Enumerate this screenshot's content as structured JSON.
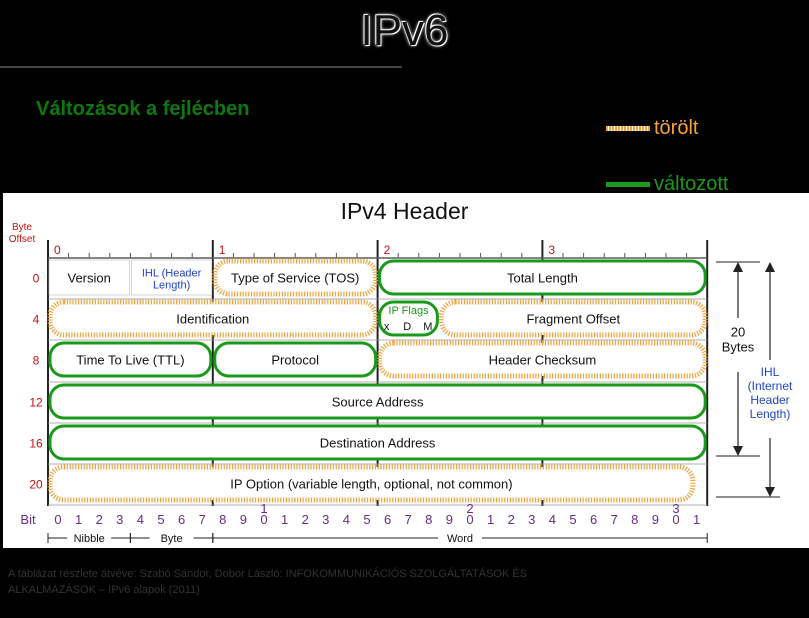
{
  "title": "IPv6",
  "subtitle": "Változások a fejlécben",
  "legend": {
    "deleted": "törölt",
    "changed": "változott",
    "deleted_color": "#f4a23a",
    "changed_color": "#1a9a1a"
  },
  "diagram": {
    "title": "IPv4 Header",
    "byte_offset_label": "Byte\nOffset",
    "offsets": [
      "0",
      "4",
      "8",
      "12",
      "16",
      "20"
    ],
    "byte_markers": [
      "0",
      "1",
      "2",
      "3"
    ],
    "bit_label": "Bit",
    "bit_ones": [
      "0",
      "1",
      "2",
      "3",
      "4",
      "5",
      "6",
      "7",
      "8",
      "9",
      "0",
      "1",
      "2",
      "3",
      "4",
      "5",
      "6",
      "7",
      "8",
      "9",
      "0",
      "1",
      "2",
      "3",
      "4",
      "5",
      "6",
      "7",
      "8",
      "9",
      "0",
      "1"
    ],
    "bit_tens": {
      "10": "1",
      "20": "2",
      "30": "3"
    },
    "units": {
      "nibble": "Nibble",
      "byte": "Byte",
      "word": "Word"
    },
    "bytes_label": "20\nBytes",
    "ihl_note": "IHL\n(Internet\nHeader\nLength)",
    "flag_letters": [
      "x",
      "D",
      "M"
    ],
    "fields": [
      {
        "label": "Version",
        "status": "none"
      },
      {
        "label": "IHL (Header\nLength)",
        "status": "none"
      },
      {
        "label": "Type of Service (TOS)",
        "status": "deleted"
      },
      {
        "label": "Total Length",
        "status": "changed"
      },
      {
        "label": "Identification",
        "status": "deleted"
      },
      {
        "label": "IP Flags",
        "status": "changed"
      },
      {
        "label": "Fragment Offset",
        "status": "deleted"
      },
      {
        "label": "Time To Live (TTL)",
        "status": "changed"
      },
      {
        "label": "Protocol",
        "status": "changed"
      },
      {
        "label": "Header Checksum",
        "status": "deleted"
      },
      {
        "label": "Source Address",
        "status": "changed"
      },
      {
        "label": "Destination Address",
        "status": "changed"
      },
      {
        "label": "IP Option (variable length, optional, not common)",
        "status": "deleted"
      }
    ]
  },
  "credit": "A táblázat részlete átvéve: Szabó Sándor, Dobor László: INFOKOMMUNIKÁCIÓS SZOLGÁLTATÁSOK ÉS ALKALMAZÁSOK – IPv6 alapok (2011)"
}
